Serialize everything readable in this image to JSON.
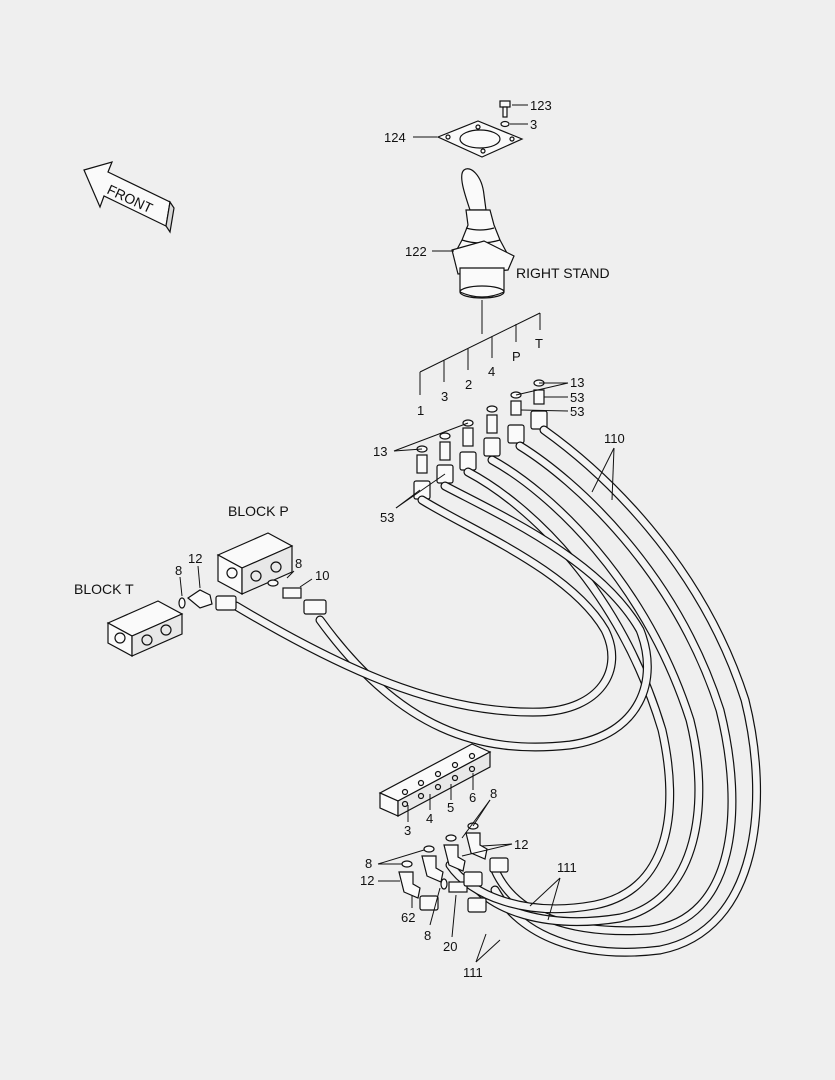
{
  "diagram": {
    "front_arrow": "FRONT",
    "right_stand": "RIGHT STAND",
    "block_p": "BLOCK P",
    "block_t": "BLOCK T",
    "port_labels_top": [
      "1",
      "3",
      "2",
      "4",
      "P",
      "T"
    ],
    "port_labels_bottom": [
      "3",
      "4",
      "5",
      "6"
    ],
    "callouts": {
      "c123": "123",
      "c3_top": "3",
      "c124": "124",
      "c122": "122",
      "c13_right": "13",
      "c53_a": "53",
      "c53_b": "53",
      "c110": "110",
      "c13_left": "13",
      "c53_left": "53",
      "c12_blockp": "12",
      "c8_blockp": "8",
      "c8_blockt": "8",
      "c10": "10",
      "c8_bottom_right": "8",
      "c12_bottom_right": "12",
      "c111_upper": "111",
      "c8_bottom_left": "8",
      "c12_bottom_left": "12",
      "c62": "62",
      "c8_bottom": "8",
      "c20": "20",
      "c111_lower": "111"
    }
  }
}
